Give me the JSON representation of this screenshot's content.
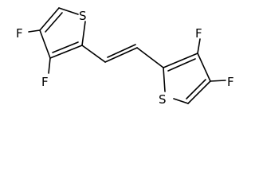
{
  "molecule": {
    "atoms": {
      "s_left": "S",
      "f_left_top": "F",
      "f_left_bottom": "F",
      "f_right_top": "F",
      "f_right_bottom": "F",
      "s_right": "S"
    }
  }
}
